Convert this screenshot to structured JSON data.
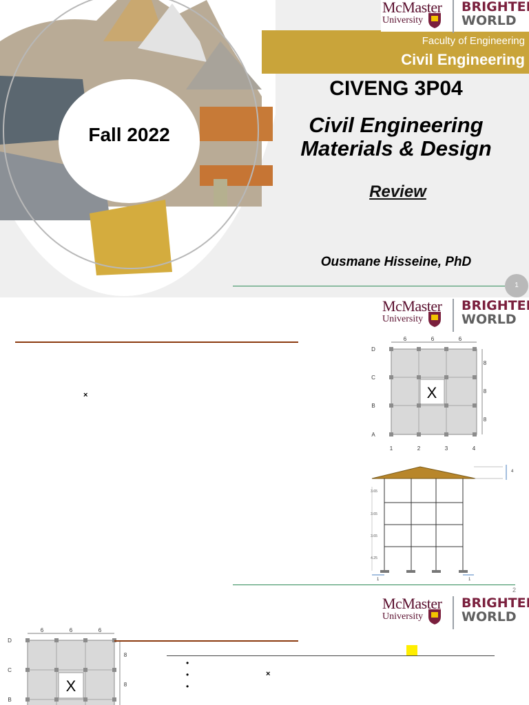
{
  "slide1": {
    "logo": {
      "mcmaster": "McMaster",
      "university": "University",
      "brighter": "BRIGHTER",
      "world": "WORLD"
    },
    "faculty": "Faculty of Engineering",
    "department": "Civil Engineering",
    "course_code": "CIVENG 3P04",
    "course_title_line1": "Civil Engineering",
    "course_title_line2": "Materials & Design",
    "subtitle": "Review",
    "term": "Fall 2022",
    "author": "Ousmane Hisseine, PhD",
    "page_number": "1"
  },
  "slide2": {
    "logo": {
      "mcmaster": "McMaster",
      "university": "University",
      "brighter": "BRIGHTER",
      "world": "WORLD"
    },
    "times_symbol": "×",
    "page_number": "2",
    "plan": {
      "spans_top": [
        "6",
        "6",
        "6"
      ],
      "spans_right": [
        "8",
        "8",
        "8"
      ],
      "row_labels": [
        "D",
        "C",
        "B",
        "A"
      ],
      "col_labels": [
        "1",
        "2",
        "3",
        "4"
      ],
      "marked_panel": "X"
    },
    "elevation": {
      "roof_height": "4",
      "storey_heights": [
        "3.65",
        "3.65",
        "3.65",
        "4.25"
      ],
      "overhang_left": "1",
      "overhang_right": "1"
    }
  },
  "slide3": {
    "logo": {
      "mcmaster": "McMaster",
      "university": "University",
      "brighter": "BRIGHTER",
      "world": "WORLD"
    },
    "times_symbol": "×",
    "bullets": [
      "•",
      "•",
      "•"
    ],
    "plan": {
      "spans_top": [
        "6",
        "6",
        "6"
      ],
      "spans_right": [
        "8",
        "8"
      ],
      "row_labels": [
        "D",
        "C",
        "B"
      ],
      "marked_panel": "X"
    }
  },
  "colors": {
    "gold": "#c9a43a",
    "maroon": "#7a1f3d",
    "brown_rule": "#8b3a0f",
    "green_rule": "#2e8b57",
    "highlight": "#ffee00"
  }
}
